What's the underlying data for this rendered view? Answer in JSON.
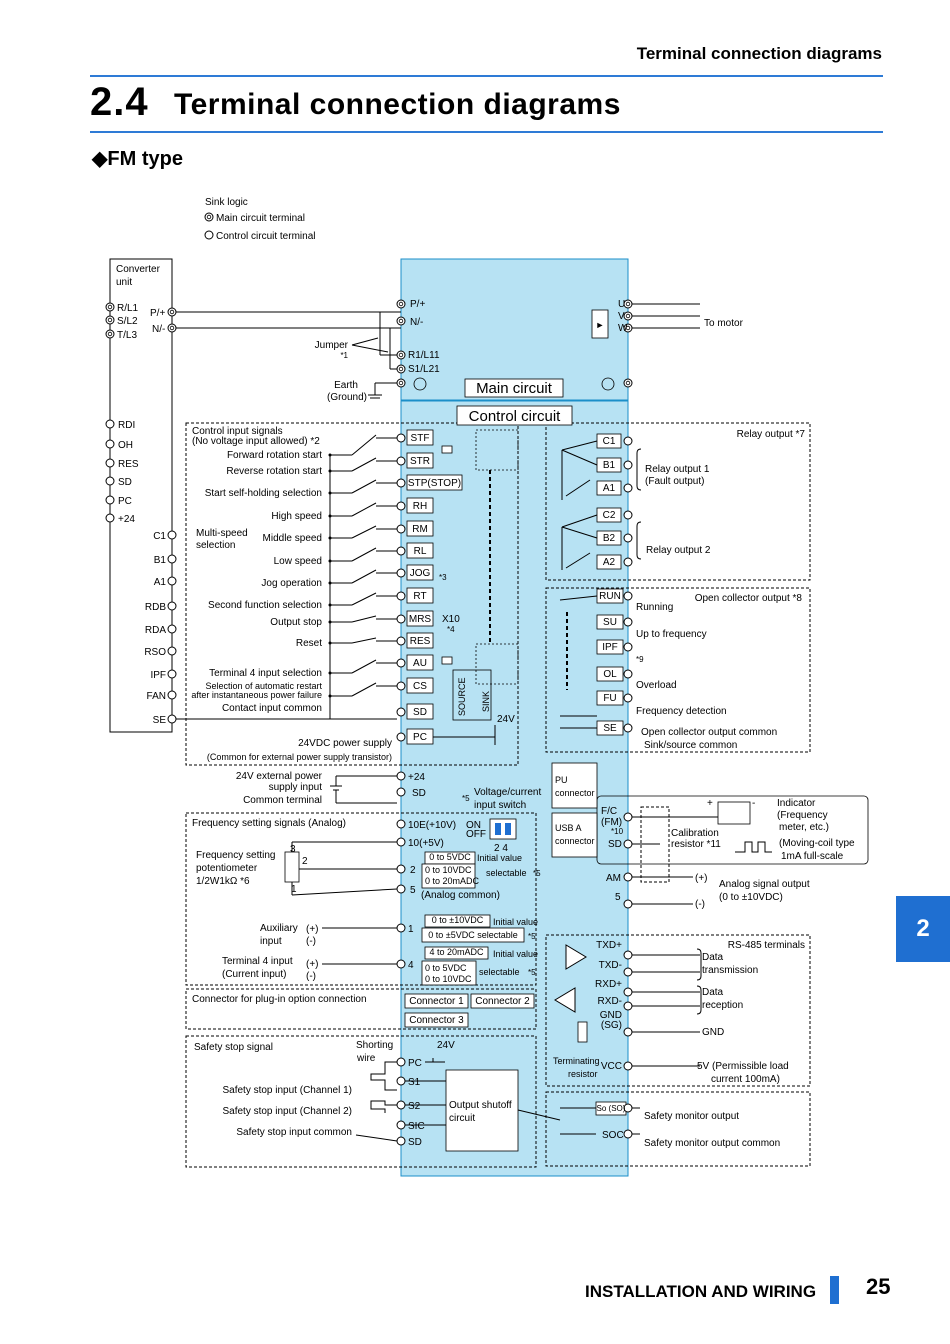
{
  "header": {
    "section_name": "Terminal connection diagrams"
  },
  "section": {
    "number": "2.4",
    "title": "Terminal connection diagrams",
    "subtitle": "◆FM type"
  },
  "tab": {
    "label": "2"
  },
  "footer": {
    "chapter": "INSTALLATION AND WIRING",
    "page": "25"
  },
  "legend": {
    "title": "Sink logic",
    "main": "Main circuit terminal",
    "control": "Control circuit terminal"
  },
  "converter": {
    "title": [
      "Converter",
      "unit"
    ],
    "terminals_in": [
      "R/L1",
      "S/L2",
      "T/L3"
    ],
    "terminals_out": [
      "P/+",
      "N/-"
    ],
    "left_terms": [
      "RDI",
      "OH",
      "RES",
      "SD",
      "PC",
      "+24"
    ],
    "right_terms": [
      "C1",
      "B1",
      "A1",
      "RDB",
      "RDA",
      "RSO",
      "IPF",
      "FAN",
      "SE"
    ]
  },
  "main_circuit": {
    "label": "Main circuit",
    "inputs": [
      "P/+",
      "N/-"
    ],
    "r1": "R1/L11",
    "s1": "S1/L21",
    "outputs": [
      "U",
      "V",
      "W"
    ],
    "to_motor": "To motor",
    "jumper": "Jumper",
    "jumper_note": "*1",
    "earth": [
      "Earth",
      "(Ground)"
    ]
  },
  "control_circuit": {
    "label": "Control circuit",
    "input_group": [
      "Control input signals",
      "(No voltage input allowed) *2"
    ],
    "inputs": [
      {
        "term": "STF",
        "desc": "Forward rotation start"
      },
      {
        "term": "STR",
        "desc": "Reverse rotation start"
      },
      {
        "term": "STP(STOP)",
        "desc": "Start self-holding selection"
      },
      {
        "term": "RH",
        "desc": "High speed"
      },
      {
        "term": "RM",
        "desc": "Middle speed"
      },
      {
        "term": "RL",
        "desc": "Low speed"
      },
      {
        "term": "JOG",
        "desc": "Jog operation"
      },
      {
        "term": "RT",
        "desc": "Second function selection"
      },
      {
        "term": "MRS",
        "desc": "Output stop"
      },
      {
        "term": "RES",
        "desc": "Reset"
      },
      {
        "term": "AU",
        "desc": "Terminal 4 input selection"
      },
      {
        "term": "CS",
        "desc": "Selection of automatic restart after instantaneous power failure"
      },
      {
        "term": "SD",
        "desc": "Contact input common"
      },
      {
        "term": "PC",
        "desc": "24VDC power supply"
      }
    ],
    "multispeed": [
      "Multi-speed",
      "selection"
    ],
    "cs_lines": [
      "Selection of automatic restart",
      "after instantaneous power failure"
    ],
    "jog_note": "*3",
    "x10": "X10",
    "x10_note": "*4",
    "source": "SOURCE",
    "sink": "SINK",
    "v24": "24V",
    "pc_note": "(Common for external power supply transistor)",
    "ext_power": [
      "24V external power",
      "supply input",
      "Common terminal"
    ],
    "ext_terms": [
      "+24",
      "SD"
    ],
    "switch_label": [
      "Voltage/current",
      "input switch"
    ],
    "switch_note": "*5",
    "switch_on": "ON",
    "switch_off": "OFF",
    "switch_nums": "2  4"
  },
  "relay": {
    "title": "Relay output *7",
    "terms1": [
      "C1",
      "B1",
      "A1"
    ],
    "terms2": [
      "C2",
      "B2",
      "A2"
    ],
    "label1": [
      "Relay output 1",
      "(Fault output)"
    ],
    "label2": "Relay output 2"
  },
  "open_collector": {
    "title": "Open collector output *8",
    "terms": [
      "RUN",
      "SU",
      "IPF",
      "OL",
      "FU",
      "SE"
    ],
    "labels": [
      "Running",
      "Up to frequency",
      "*9",
      "Overload",
      "Frequency detection"
    ],
    "common": [
      "Open collector output common",
      "Sink/source common"
    ]
  },
  "analog": {
    "title": "Frequency setting signals (Analog)",
    "pot": [
      "Frequency setting",
      "potentiometer",
      "1/2W1kΩ *6"
    ],
    "pot_pins": [
      "3",
      "2",
      "1"
    ],
    "terms": [
      "10E(+10V)",
      "10(+5V)",
      "2",
      "5"
    ],
    "t2_ranges": [
      "0 to 5VDC",
      "0 to 10VDC",
      "0 to 20mADC"
    ],
    "initial": "Initial value",
    "selectable": "selectable",
    "note5": "*5",
    "common": "(Analog common)",
    "aux": [
      "Auxiliary",
      "input"
    ],
    "t1": "1",
    "t1_ranges": [
      "0 to ±10VDC",
      "0 to ±5VDC selectable"
    ],
    "t4": [
      "Terminal 4 input",
      "(Current input)"
    ],
    "t4_term": "4",
    "t4_ranges": [
      "4 to 20mADC",
      "0 to 5VDC",
      "0 to 10VDC"
    ],
    "plus": "(+)",
    "minus": "(-)"
  },
  "connectors": {
    "title": "Connector for plug-in option connection",
    "items": [
      "Connector 1",
      "Connector 2",
      "Connector 3"
    ]
  },
  "pu": {
    "pu": [
      "PU",
      "connector"
    ],
    "usb": [
      "USB A",
      "connector"
    ]
  },
  "meter": {
    "fc": [
      "F/C",
      "(FM)",
      "*10"
    ],
    "sd": "SD",
    "cal": [
      "Calibration",
      "resistor *11"
    ],
    "indicator": [
      "Indicator",
      "(Frequency",
      "meter, etc.)"
    ],
    "moving": [
      "(Moving-coil type",
      "1mA full-scale"
    ],
    "plus": "+",
    "minus": "-"
  },
  "am": {
    "terms": [
      "AM",
      "5"
    ],
    "label": [
      "Analog signal output",
      "(0 to ±10VDC)"
    ],
    "plus": "(+)",
    "minus": "(-)"
  },
  "rs485": {
    "title": "RS-485 terminals",
    "terms": [
      "TXD+",
      "TXD-",
      "RXD+",
      "RXD-",
      "GND",
      "(SG)",
      "VCC"
    ],
    "data_tx": [
      "Data",
      "transmission"
    ],
    "data_rx": [
      "Data",
      "reception"
    ],
    "gnd": "GND",
    "term_res": [
      "Terminating",
      "resistor"
    ],
    "vcc_label": [
      "5V (Permissible load",
      "current 100mA)"
    ]
  },
  "safety": {
    "title": "Safety stop signal",
    "shorting": [
      "Shorting",
      "wire"
    ],
    "v24": "24V",
    "terms": [
      "PC",
      "S1",
      "S2",
      "SIC",
      "SD"
    ],
    "labels": [
      "Safety stop input (Channel 1)",
      "Safety stop input (Channel 2)",
      "Safety stop input common"
    ],
    "shutoff": [
      "Output shutoff",
      "circuit"
    ],
    "so": "So (SO)",
    "soc": "SOC",
    "mon": [
      "Safety monitor output",
      "Safety monitor output common"
    ]
  },
  "colors": {
    "accent": "#2e7bd6",
    "tab": "#1f6fd1",
    "panel": "#b7e2f3",
    "panel_edge": "#1b8fc9"
  }
}
